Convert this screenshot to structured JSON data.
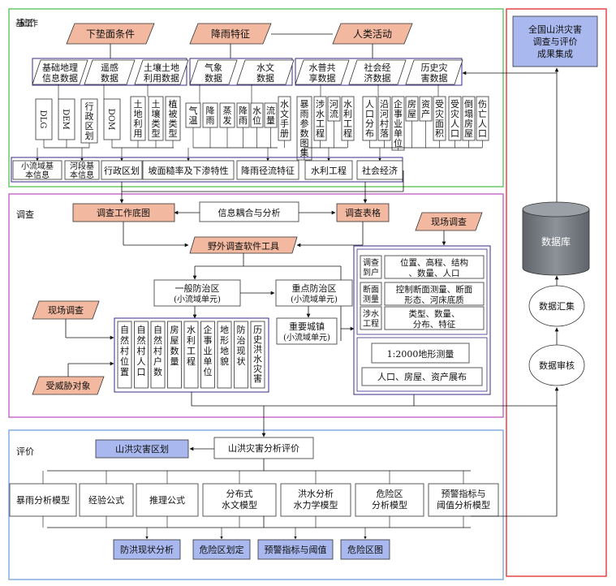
{
  "colors": {
    "section_basic": "#5dc45d",
    "section_survey": "#c463c4",
    "section_eval": "#7aa8e0",
    "section_output": "#e23a3a",
    "salmon_fill": "#f2b8a0",
    "blue_fill": "#a9b8ee",
    "db_fill": "#7a7f85",
    "box_stroke": "#333333",
    "group_stroke": "#3a2b8a"
  },
  "sections": {
    "basic": "基础工作",
    "survey": "调查",
    "eval": "评价"
  },
  "top": {
    "underlying": "下垫面条件",
    "rainfall": "降雨特征",
    "human": "人类活动"
  },
  "datasets": [
    {
      "line1": "基础地理",
      "line2": "信息数据"
    },
    {
      "line1": "遥感",
      "line2": "数据"
    },
    {
      "line1": "土壤土地",
      "line2": "利用数据"
    },
    {
      "line1": "气象",
      "line2": "数据"
    },
    {
      "line1": "水文",
      "line2": "数据"
    },
    {
      "line1": "水普共",
      "line2": "享数据"
    },
    {
      "line1": "社会经",
      "line2": "济数据"
    },
    {
      "line1": "历史灾",
      "line2": "害数据"
    }
  ],
  "vertical_items": [
    "DLG",
    "DEM",
    "行政区划",
    "DOM",
    "土地利用",
    "土壤类型",
    "植被类型",
    "气温",
    "降雨",
    "蒸发",
    "降雨",
    "水位",
    "流量",
    "水文手册",
    "暴雨参数图集",
    "涉水工程",
    "河流",
    "水利工程",
    "人口分布",
    "沿河村落",
    "企事业单位",
    "房屋",
    "资产",
    "受灾面积",
    "受灾人口",
    "倒塌房屋",
    "伤亡人口"
  ],
  "themes": [
    "小流域基本信息",
    "河段基本信息",
    "行政区划",
    "坡面糙率及下渗特性",
    "降雨径流特征",
    "水利工程",
    "社会经济"
  ],
  "survey": {
    "base_map": "调查工作底图",
    "info_coupling": "信息耦合与分析",
    "survey_table": "调查表格",
    "field_survey": "现场调查",
    "software": "野外调查软件工具",
    "general_zone": "一般防治区",
    "general_zone_sub": "(小流域单元)",
    "key_zone": "重点防治区",
    "key_zone_sub": "(小流域单元)",
    "key_town": "重要城镇",
    "key_town_sub": "(小流域单元)",
    "field_survey2": "现场调查",
    "threat": "受威胁对象",
    "items": [
      "自然村位置",
      "自然村人口",
      "自然村户数",
      "房屋数量",
      "水利工程",
      "企事业单位",
      "地形地貌",
      "防治现状",
      "历史洪水灾害"
    ],
    "rows": [
      {
        "label": "调查到户",
        "content1": "位置、高程、结构",
        "content2": "、数量、人口"
      },
      {
        "label": "断面测量",
        "content1": "控制断面测量、断面",
        "content2": "形态、河床底质"
      },
      {
        "label": "涉水工程",
        "content1": "类型、数量、",
        "content2": "分布、特征"
      }
    ],
    "topo": "1:2000地形测量",
    "topo_sub": "人口、房屋、资产展布"
  },
  "eval": {
    "zoning": "山洪灾害区划",
    "analysis": "山洪灾害分析评价",
    "models": [
      {
        "line1": "暴雨分析模型",
        "line2": ""
      },
      {
        "line1": "经验公式",
        "line2": ""
      },
      {
        "line1": "推理公式",
        "line2": ""
      },
      {
        "line1": "分布式",
        "line2": "水文模型"
      },
      {
        "line1": "洪水分析",
        "line2": "水力学模型"
      },
      {
        "line1": "危险区",
        "line2": "分析模型"
      },
      {
        "line1": "预警指标与",
        "line2": "阈值分析模型"
      }
    ],
    "outputs": [
      "防洪现状分析",
      "危险区划定",
      "预警指标与阈值",
      "危险区图"
    ]
  },
  "right": {
    "title_line1": "全国山洪灾害",
    "title_line2": "调查与评价",
    "title_line3": "成果集成",
    "database": "数据库",
    "summary": "数据汇集",
    "review": "数据审核"
  }
}
